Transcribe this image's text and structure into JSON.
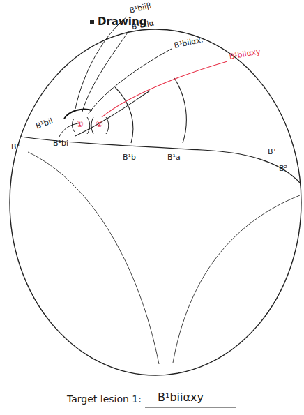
{
  "diagram": {
    "title": "Drawing",
    "labels": [
      "B¹biiβ",
      "B¹biiα",
      "B¹biiαx.",
      "B¹biiαxy",
      "①",
      "②",
      "B¹bii",
      "B¹bi",
      "B¹b",
      "B¹a",
      "B¹",
      "B²",
      "B³",
      "Target lesion 1:",
      "B¹biiαxy"
    ]
  }
}
